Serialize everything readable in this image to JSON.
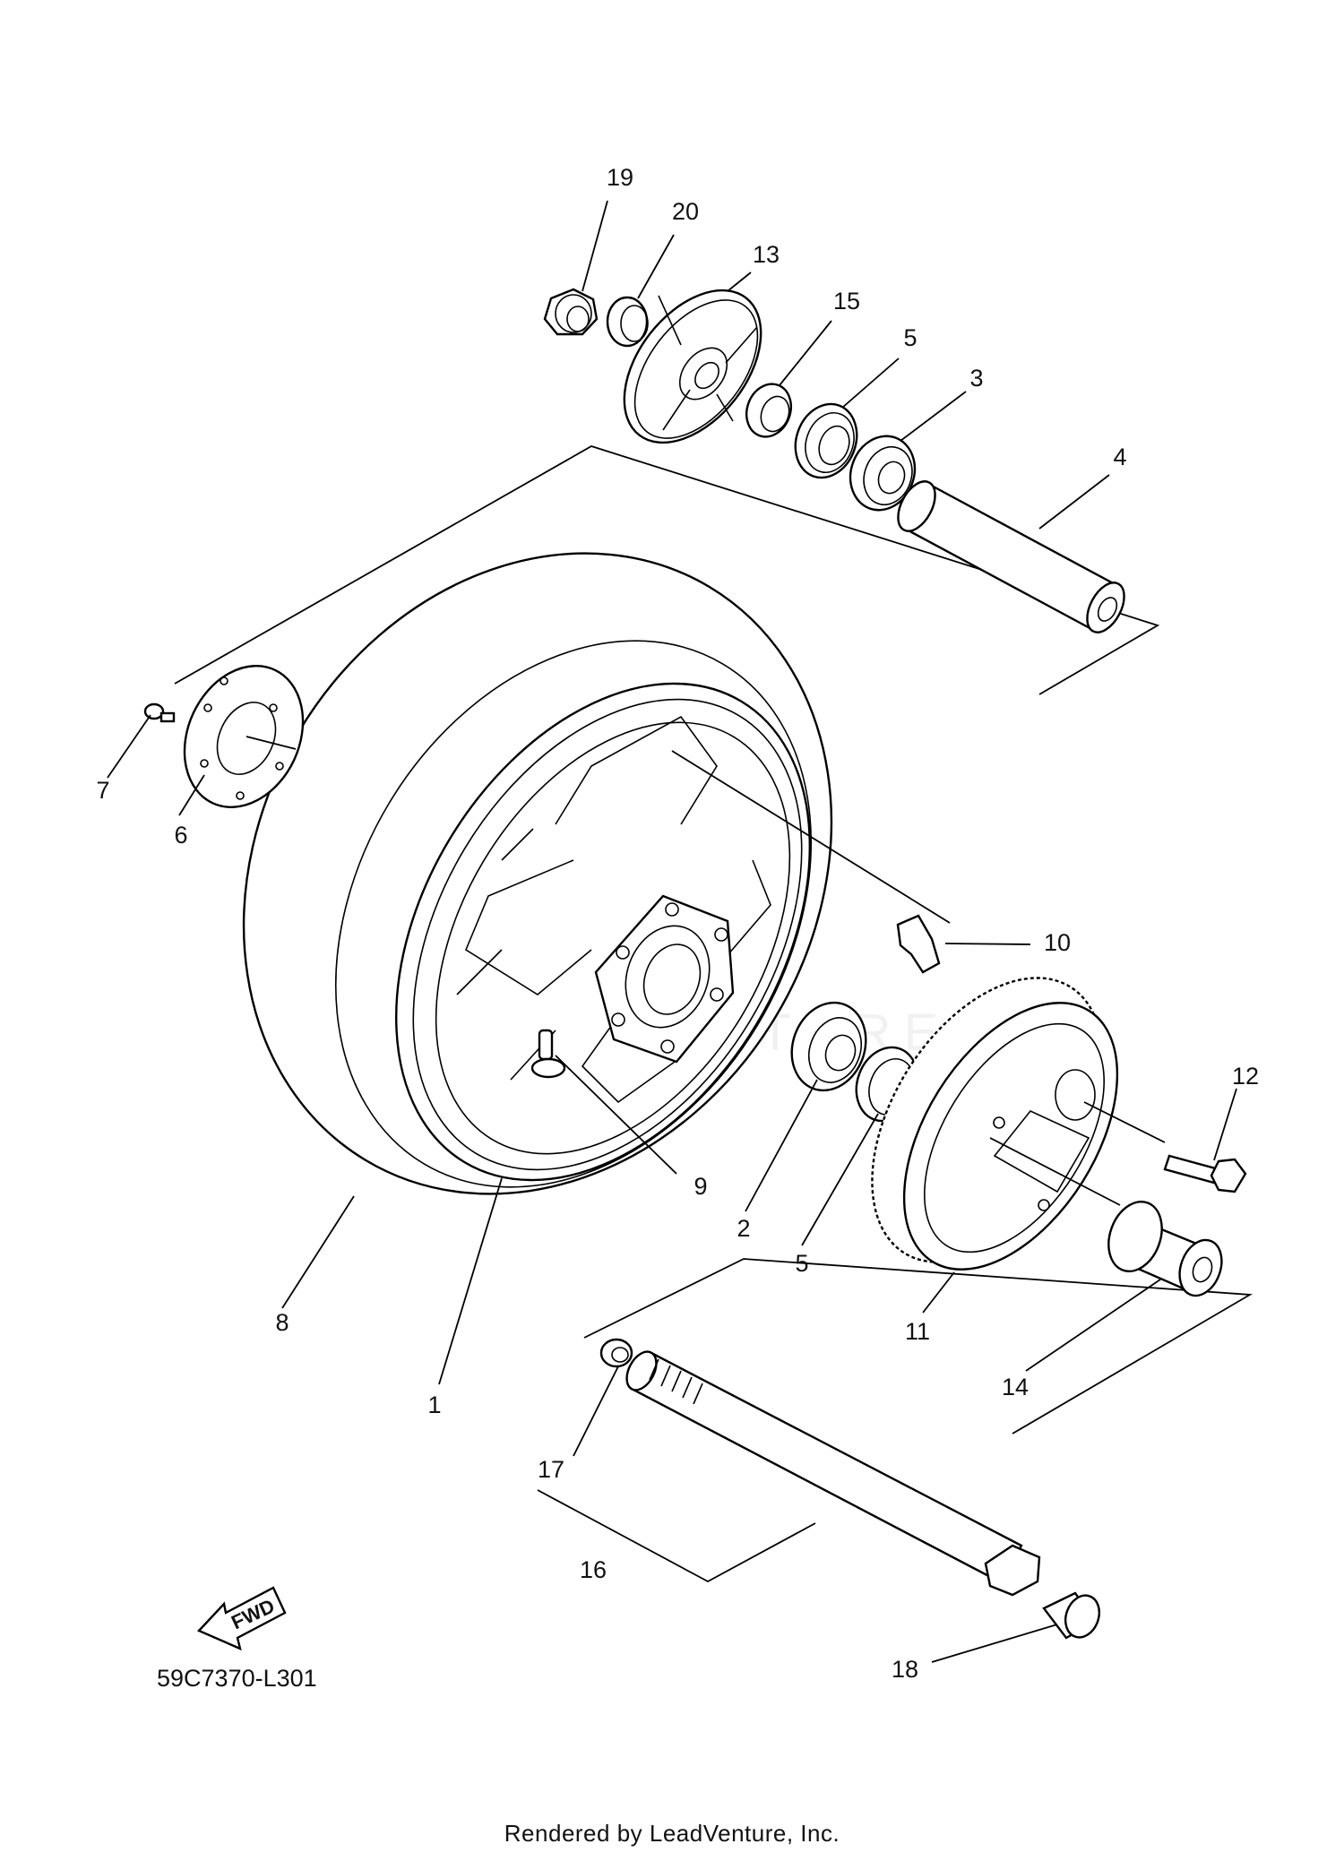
{
  "catalog_code": "59C7370-L301",
  "footer": "Rendered by LeadVenture, Inc.",
  "fwd_label": "FWD",
  "watermark": "LEADVENTURE",
  "callouts": [
    {
      "id": "1",
      "label": "1"
    },
    {
      "id": "2",
      "label": "2"
    },
    {
      "id": "3",
      "label": "3"
    },
    {
      "id": "4",
      "label": "4"
    },
    {
      "id": "5a",
      "label": "5"
    },
    {
      "id": "5b",
      "label": "5"
    },
    {
      "id": "6",
      "label": "6"
    },
    {
      "id": "7",
      "label": "7"
    },
    {
      "id": "8",
      "label": "8"
    },
    {
      "id": "9",
      "label": "9"
    },
    {
      "id": "10",
      "label": "10"
    },
    {
      "id": "11",
      "label": "11"
    },
    {
      "id": "12",
      "label": "12"
    },
    {
      "id": "13",
      "label": "13"
    },
    {
      "id": "14",
      "label": "14"
    },
    {
      "id": "15",
      "label": "15"
    },
    {
      "id": "16",
      "label": "16"
    },
    {
      "id": "17",
      "label": "17"
    },
    {
      "id": "18",
      "label": "18"
    },
    {
      "id": "19",
      "label": "19"
    },
    {
      "id": "20",
      "label": "20"
    }
  ]
}
